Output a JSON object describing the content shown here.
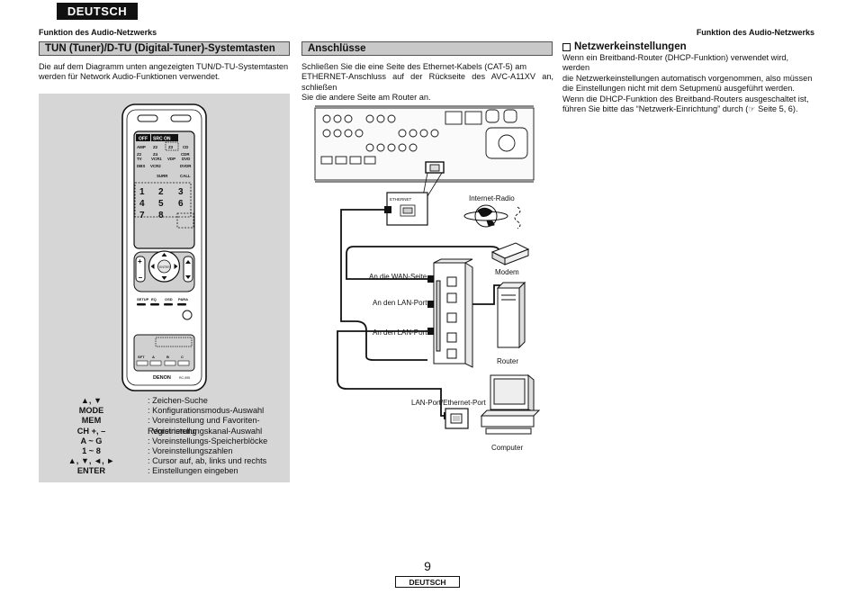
{
  "language_tab": "DEUTSCH",
  "header": {
    "left": "Funktion des Audio-Netzwerks",
    "right": "Funktion des Audio-Netzwerks"
  },
  "tun_section": {
    "title": "TUN (Tuner)/D-TU (Digital-Tuner)-Systemtasten",
    "intro": [
      "Die auf dem Diagramm unten angezeigten TUN/D-TU-Systemtasten",
      "werden für Network Audio-Funktionen verwendet."
    ],
    "legend": [
      {
        "key": "▲, ▼",
        "value": ": Zeichen-Suche"
      },
      {
        "key": "MODE",
        "value": ": Konfigurationsmodus-Auswahl"
      },
      {
        "key": "MEM",
        "value": ": Voreinstellung und Favoriten-Registrierung"
      },
      {
        "key": "CH +, –",
        "value": ": Voreinstellungskanal-Auswahl"
      },
      {
        "key": "A ~ G",
        "value": ": Voreinstellungs-Speicherblöcke"
      },
      {
        "key": "1 ~ 8",
        "value": ": Voreinstellungszahlen"
      },
      {
        "key": "▲, ▼, ◄, ►",
        "value": ": Cursor auf, ab, links und rechts"
      },
      {
        "key": "ENTER",
        "value": ": Einstellungen eingeben"
      }
    ],
    "remote": {
      "brand": "DENON",
      "model": "RC-995",
      "top_labels": {
        "off": "OFF",
        "src_on": "SRC ON"
      },
      "source_rows": [
        [
          "AMP",
          "Z2",
          "Z3",
          "CD"
        ],
        [
          "Z2",
          "Z4",
          "CDR",
          ""
        ],
        [
          "TV",
          "VCR1",
          "VDP",
          "DVD"
        ],
        [
          "DBS",
          "VCR2",
          "",
          "DVDR"
        ],
        [
          "",
          "SURR",
          "",
          "CALL"
        ]
      ],
      "numbers": [
        "1",
        "2",
        "3",
        "4",
        "5",
        "6",
        "7",
        "8"
      ],
      "bottom_row": [
        "SETUP",
        "EQ",
        "OSD",
        "PARA"
      ],
      "preset_row": [
        "SFT",
        "A",
        "B",
        "C"
      ]
    }
  },
  "connections": {
    "title": "Anschlüsse",
    "text": [
      "Schließen Sie die eine Seite des Ethernet-Kabels (CAT-5) am",
      "ETHERNET-Anschluss auf der Rückseite des AVC-A11XV an, schließen",
      "Sie die andere Seite am Router an."
    ],
    "labels": {
      "ethernet": "ETHERNET",
      "internet_radio": "Internet-Radio",
      "modem": "Modem",
      "wan": "An die WAN-Seite",
      "lan1": "An den LAN-Port",
      "lan2": "An den LAN-Port",
      "router": "Router",
      "lan_ethernet": "LAN-Port/Ethernet-Port",
      "computer": "Computer"
    }
  },
  "network_settings": {
    "title": "Netzwerkeinstellungen",
    "text": [
      "Wenn ein Breitband-Router (DHCP-Funktion) verwendet wird, werden",
      "die Netzwerkeinstellungen automatisch vorgenommen, also müssen",
      "die Einstellungen nicht mit dem Setupmenü ausgeführt werden.",
      "Wenn die DHCP-Funktion des Breitband-Routers ausgeschaltet ist,",
      "führen Sie bitte das “Netzwerk-Einrichtung” durch (☞ Seite 5, 6)."
    ]
  },
  "footer": {
    "page_number": "9",
    "language": "DEUTSCH"
  }
}
